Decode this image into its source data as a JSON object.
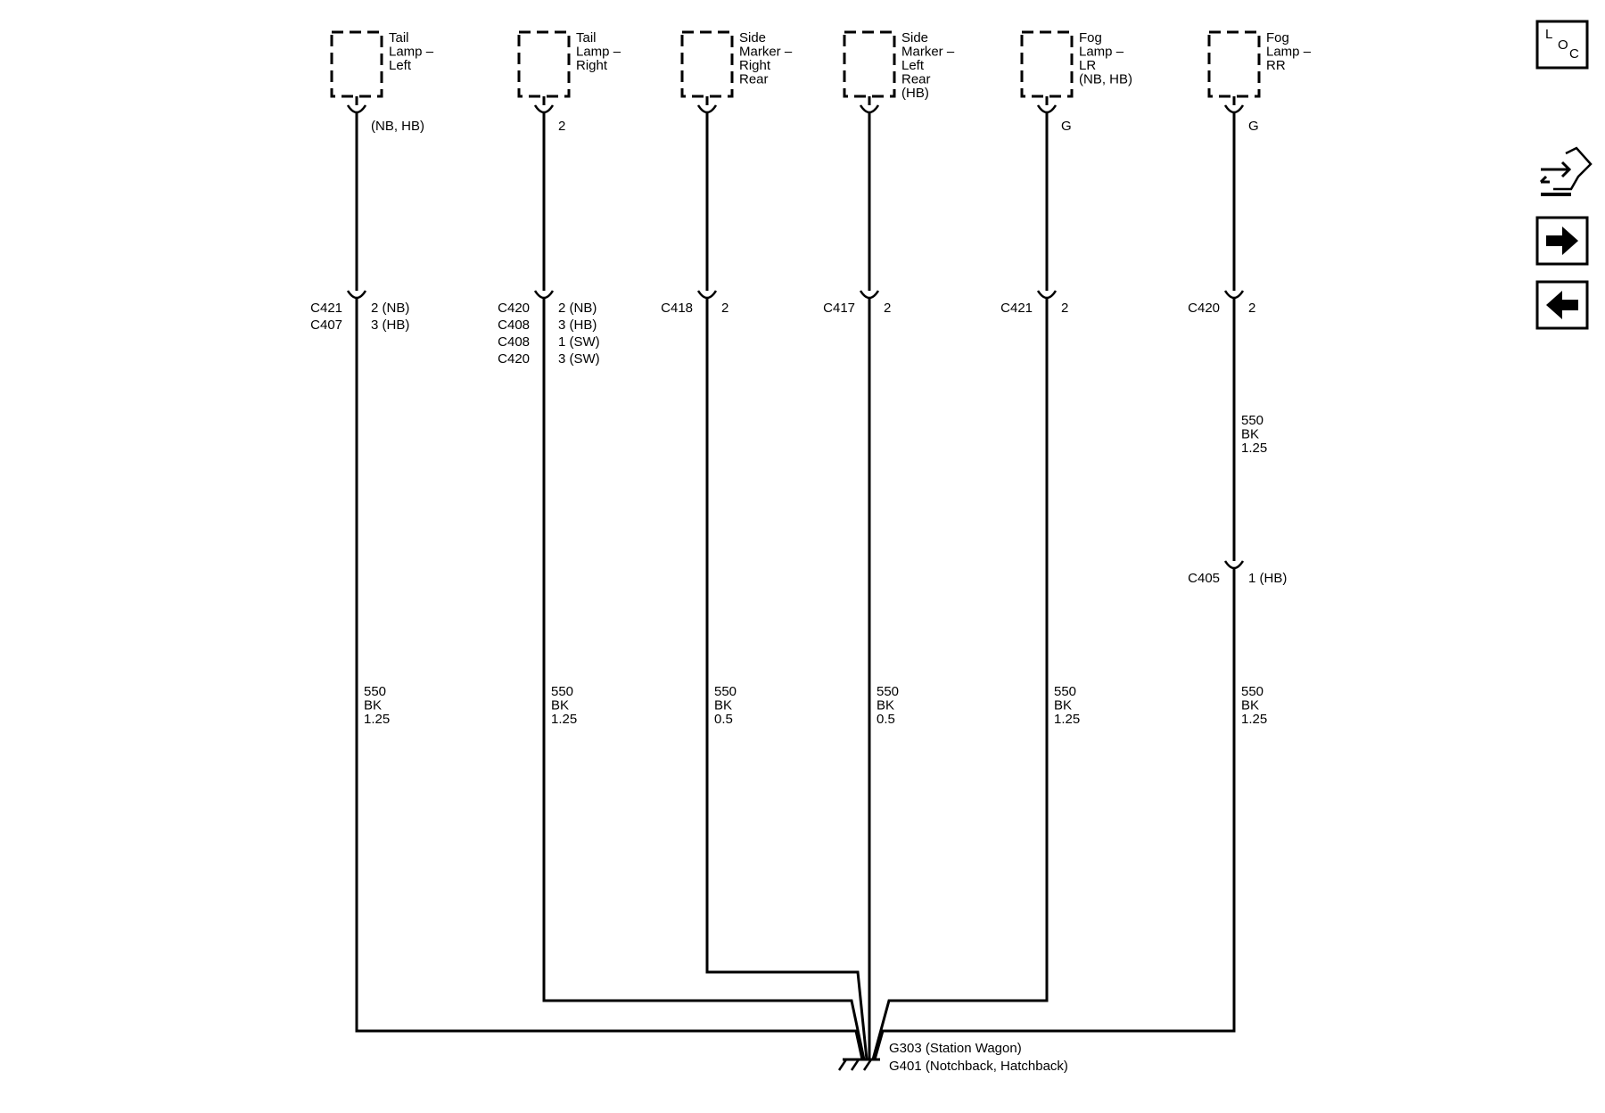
{
  "components": [
    {
      "id": "tail-lamp-left",
      "name": [
        "Tail",
        "Lamp –",
        "Left"
      ],
      "pin": "(NB, HB)",
      "inline": [
        {
          "ids": [
            "C421",
            "C407"
          ],
          "pins": [
            "2 (NB)",
            "3 (HB)"
          ]
        }
      ],
      "wire": {
        "circuit": "550",
        "color": "BK",
        "size": "1.25"
      }
    },
    {
      "id": "tail-lamp-right",
      "name": [
        "Tail",
        "Lamp –",
        "Right"
      ],
      "pin": "2",
      "inline": [
        {
          "ids": [
            "C420",
            "C408",
            "C408",
            "C420"
          ],
          "pins": [
            "2 (NB)",
            "3 (HB)",
            "1 (SW)",
            "3 (SW)"
          ]
        }
      ],
      "wire": {
        "circuit": "550",
        "color": "BK",
        "size": "1.25"
      }
    },
    {
      "id": "side-marker-right-rear",
      "name": [
        "Side",
        "Marker –",
        "Right",
        "Rear"
      ],
      "pin": "",
      "inline": [
        {
          "ids": [
            "C418"
          ],
          "pins": [
            "2"
          ]
        }
      ],
      "wire": {
        "circuit": "550",
        "color": "BK",
        "size": "0.5"
      }
    },
    {
      "id": "side-marker-left-rear",
      "name": [
        "Side",
        "Marker –",
        "Left",
        "Rear",
        "(HB)"
      ],
      "pin": "",
      "inline": [
        {
          "ids": [
            "C417"
          ],
          "pins": [
            "2"
          ]
        }
      ],
      "wire": {
        "circuit": "550",
        "color": "BK",
        "size": "0.5"
      }
    },
    {
      "id": "fog-lamp-lr",
      "name": [
        "Fog",
        "Lamp –",
        "LR",
        "(NB, HB)"
      ],
      "pin": "G",
      "inline": [
        {
          "ids": [
            "C421"
          ],
          "pins": [
            "2"
          ]
        }
      ],
      "wire": {
        "circuit": "550",
        "color": "BK",
        "size": "1.25"
      }
    },
    {
      "id": "fog-lamp-rr",
      "name": [
        "Fog",
        "Lamp –",
        "RR"
      ],
      "pin": "G",
      "inline": [
        {
          "ids": [
            "C420"
          ],
          "pins": [
            "2"
          ]
        },
        {
          "ids": [
            "C405"
          ],
          "pins": [
            "1 (HB)"
          ]
        }
      ],
      "wire_upper": {
        "circuit": "550",
        "color": "BK",
        "size": "1.25"
      },
      "wire": {
        "circuit": "550",
        "color": "BK",
        "size": "1.25"
      }
    }
  ],
  "ground": {
    "labels": [
      "G303 (Station Wagon)",
      "G401 (Notchback, Hatchback)"
    ]
  },
  "sidebar": {
    "loc_icon": "loc-icon",
    "loc_letters": [
      "L",
      "O",
      "C"
    ],
    "icons": [
      "harness-connector-icon",
      "arrow-right-icon",
      "arrow-left-icon"
    ]
  }
}
